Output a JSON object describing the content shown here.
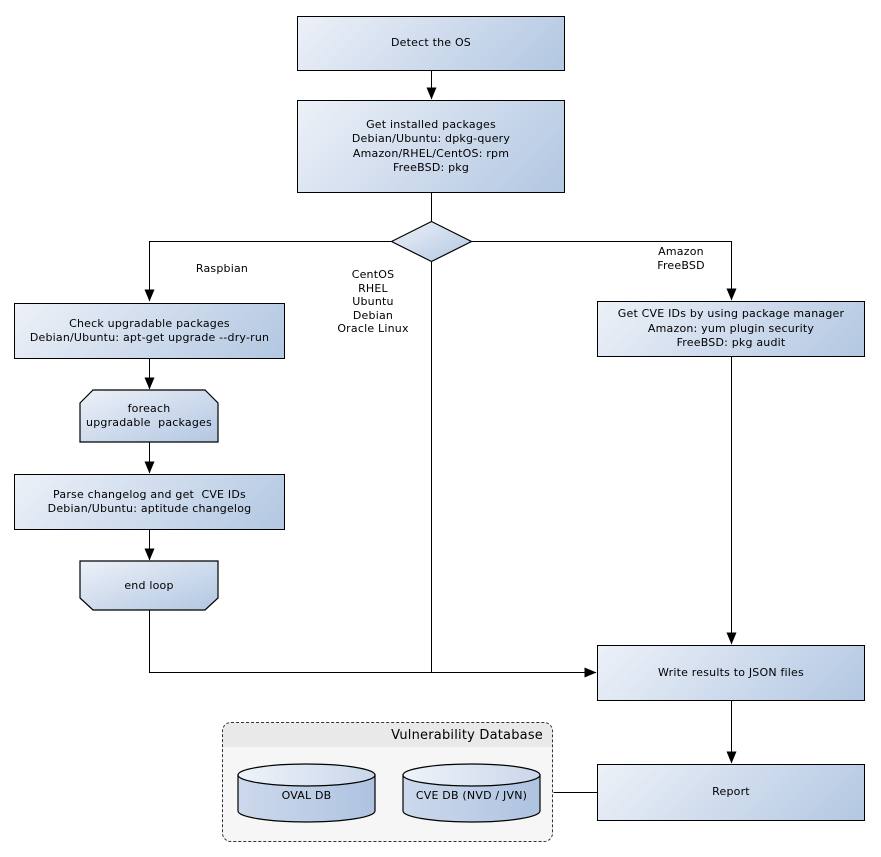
{
  "nodes": {
    "detect_os": {
      "label": "Detect the OS"
    },
    "get_installed_packages": {
      "label": "Get installed packages\nDebian/Ubuntu: dpkg-query\nAmazon/RHEL/CentOS: rpm\nFreeBSD: pkg"
    },
    "check_upgradable": {
      "label": "Check upgradable packages\nDebian/Ubuntu: apt-get upgrade --dry-run"
    },
    "foreach_loop": {
      "label": "foreach\nupgradable  packages"
    },
    "parse_changelog": {
      "label": "Parse changelog and get  CVE IDs\nDebian/Ubuntu: aptitude changelog"
    },
    "end_loop": {
      "label": "end loop"
    },
    "get_cve_ids": {
      "label": "Get CVE IDs by using package manager\nAmazon: yum plugin security\nFreeBSD: pkg audit"
    },
    "write_results": {
      "label": "Write results to JSON files"
    },
    "report": {
      "label": "Report"
    },
    "oval_db": {
      "label": "OVAL DB"
    },
    "cve_db": {
      "label": "CVE DB (NVD / JVN)"
    }
  },
  "group": {
    "title": "Vulnerability Database"
  },
  "edge_labels": {
    "left_branch": "Raspbian",
    "center_branch": "CentOS\nRHEL\nUbuntu\nDebian\nOracle Linux",
    "right_branch": "Amazon\nFreeBSD"
  },
  "colors": {
    "node_fill_light": "#edf1f8",
    "node_fill_dark": "#b2c7e2",
    "node_border": "#000000",
    "connector": "#000000",
    "group_fill": "#f6f6f6",
    "group_title_fill": "#e9e9e9",
    "group_border": "#333333",
    "background": "#ffffff"
  }
}
